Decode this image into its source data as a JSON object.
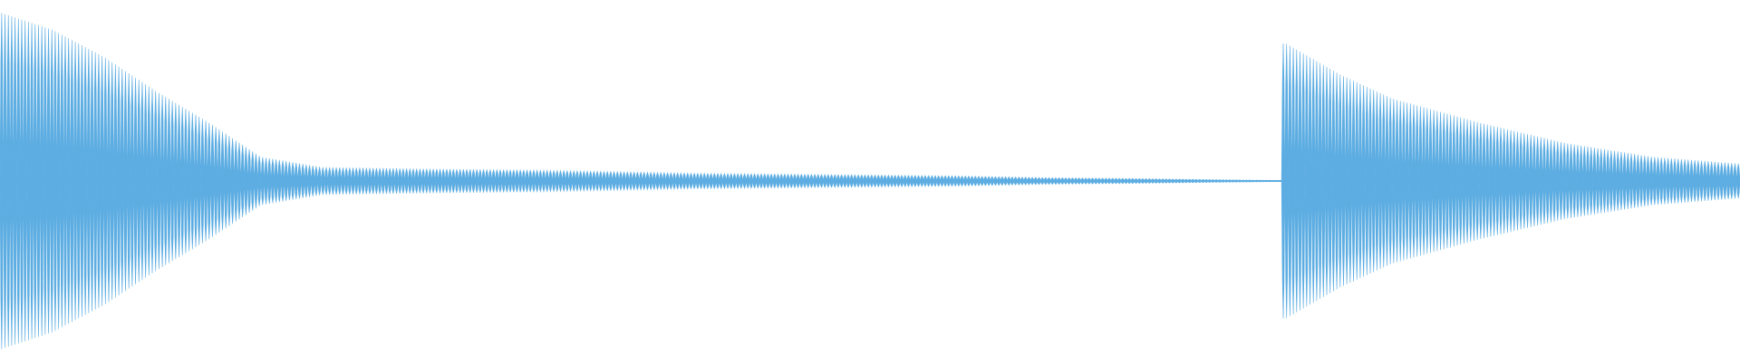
{
  "waveform": {
    "color": "#5dade2",
    "background": "#ffffff",
    "events": [
      {
        "onset": 0.0,
        "peak": 0.98,
        "decay": 6.0,
        "floor": 0.015,
        "ripple_hz": 210
      },
      {
        "onset": 0.739,
        "peak": 0.8,
        "decay": 3.2,
        "floor": 0.06,
        "ripple_hz": 200
      }
    ],
    "envelope_samples": [
      [
        0.0,
        0.98
      ],
      [
        0.03,
        0.88
      ],
      [
        0.06,
        0.72
      ],
      [
        0.09,
        0.52
      ],
      [
        0.12,
        0.34
      ],
      [
        0.15,
        0.14
      ],
      [
        0.185,
        0.08
      ],
      [
        0.25,
        0.07
      ],
      [
        0.3,
        0.065
      ],
      [
        0.35,
        0.055
      ],
      [
        0.4,
        0.045
      ],
      [
        0.45,
        0.04
      ],
      [
        0.5,
        0.035
      ],
      [
        0.55,
        0.03
      ],
      [
        0.6,
        0.02
      ],
      [
        0.65,
        0.015
      ],
      [
        0.7,
        0.008
      ],
      [
        0.737,
        0.004
      ],
      [
        0.739,
        0.8
      ],
      [
        0.77,
        0.62
      ],
      [
        0.8,
        0.48
      ],
      [
        0.85,
        0.34
      ],
      [
        0.9,
        0.22
      ],
      [
        0.95,
        0.14
      ],
      [
        1.0,
        0.1
      ]
    ]
  }
}
